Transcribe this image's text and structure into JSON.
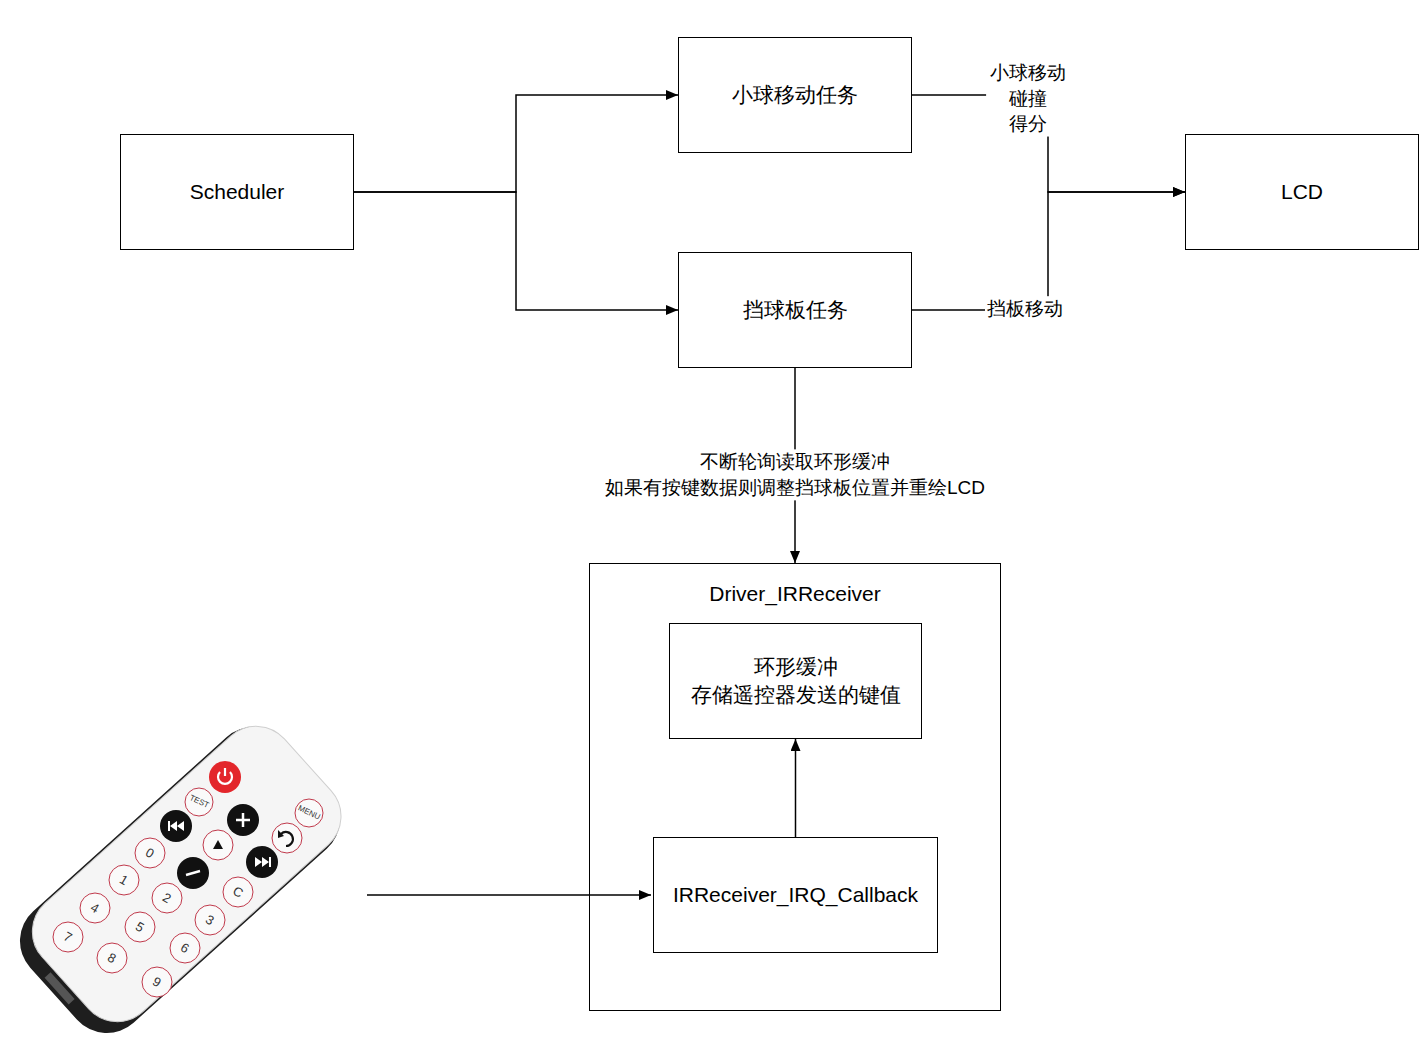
{
  "diagram": {
    "nodes": [
      {
        "text": [
          "Scheduler"
        ]
      },
      {
        "text": [
          "小球移动任务"
        ]
      },
      {
        "text": [
          "挡球板任务"
        ]
      },
      {
        "text": [
          "LCD"
        ]
      },
      {
        "text": [
          "Driver_IRReceiver"
        ]
      },
      {
        "text": [
          "环形缓冲 存储遥控器发送的键值"
        ],
        "in": 4
      },
      {
        "text": [
          "IRReceiver_IRQ_Callback"
        ],
        "in": 4
      }
    ],
    "edges": [
      {
        "from": 0,
        "to": 1,
        "arrow": "to"
      },
      {
        "from": 0,
        "to": 2,
        "arrow": "to"
      },
      {
        "from": 1,
        "to": 3,
        "label": "小球移动 碰撞 得分",
        "arrow": "to"
      },
      {
        "from": 2,
        "to": 3,
        "label": "挡板移动",
        "arrow": "to"
      },
      {
        "from": 2,
        "to": 4,
        "label": "不断轮询读取环形缓冲 如果有按键数据则调整挡球板位置并重绘LCD",
        "arrow": "to"
      },
      {
        "from": 6,
        "to": 5,
        "arrow": "to"
      }
    ],
    "labels": [
      "TEST",
      "MENU",
      "0",
      "1",
      "2",
      "3",
      "4",
      "5",
      "6",
      "7",
      "8",
      "9",
      "C"
    ]
  }
}
